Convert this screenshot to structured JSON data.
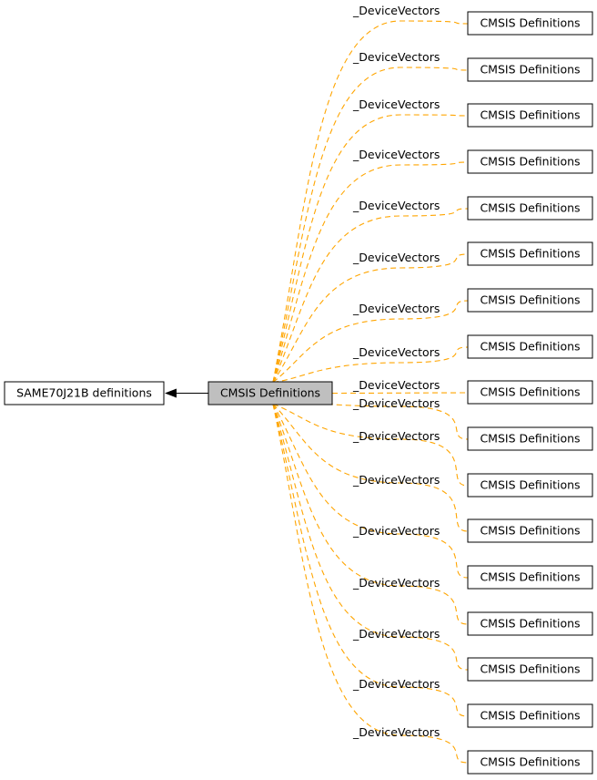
{
  "parent_group": {
    "label": "SAME70J21B definitions"
  },
  "current_group": {
    "label": "CMSIS Definitions",
    "fill_color": "#bfbfbf"
  },
  "arrow_color": "#000000",
  "edge_color": "#ffa500",
  "children": [
    {
      "label": "CMSIS Definitions",
      "edge_label": "_DeviceVectors"
    },
    {
      "label": "CMSIS Definitions",
      "edge_label": "_DeviceVectors"
    },
    {
      "label": "CMSIS Definitions",
      "edge_label": "_DeviceVectors"
    },
    {
      "label": "CMSIS Definitions",
      "edge_label": "_DeviceVectors"
    },
    {
      "label": "CMSIS Definitions",
      "edge_label": "_DeviceVectors"
    },
    {
      "label": "CMSIS Definitions",
      "edge_label": "_DeviceVectors"
    },
    {
      "label": "CMSIS Definitions",
      "edge_label": "_DeviceVectors"
    },
    {
      "label": "CMSIS Definitions",
      "edge_label": "_DeviceVectors"
    },
    {
      "label": "CMSIS Definitions",
      "edge_label": "_DeviceVectors"
    },
    {
      "label": "CMSIS Definitions",
      "edge_label": "_DeviceVectors"
    },
    {
      "label": "CMSIS Definitions",
      "edge_label": "_DeviceVectors"
    },
    {
      "label": "CMSIS Definitions",
      "edge_label": "_DeviceVectors"
    },
    {
      "label": "CMSIS Definitions",
      "edge_label": "_DeviceVectors"
    },
    {
      "label": "CMSIS Definitions",
      "edge_label": "_DeviceVectors"
    },
    {
      "label": "CMSIS Definitions",
      "edge_label": "_DeviceVectors"
    },
    {
      "label": "CMSIS Definitions",
      "edge_label": "_DeviceVectors"
    },
    {
      "label": "CMSIS Definitions",
      "edge_label": "_DeviceVectors"
    }
  ]
}
